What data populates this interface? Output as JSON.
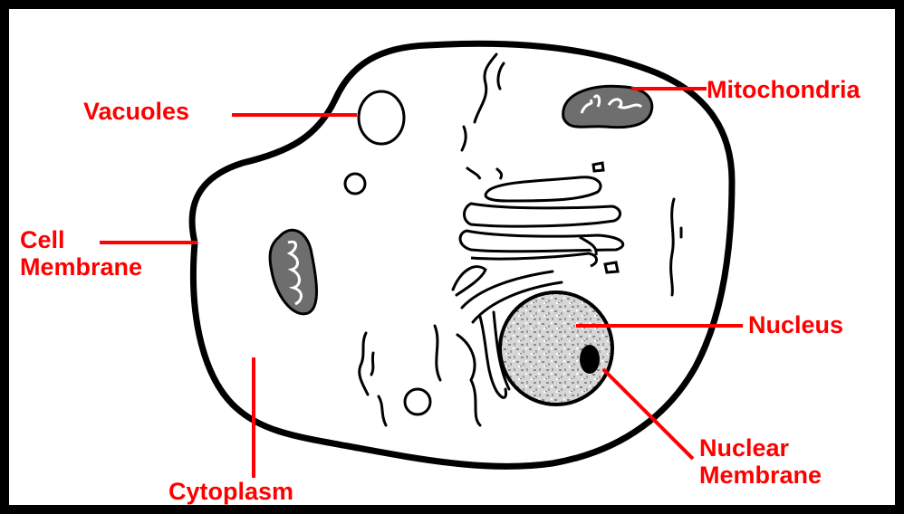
{
  "colors": {
    "label": "#ff0000",
    "outline": "#000000",
    "background": "#ffffff",
    "organelle_fill": "#6e6e6e",
    "nucleus_fill": "#c8c8c8"
  },
  "labels": {
    "vacuoles": "Vacuoles",
    "mitochondria": "Mitochondria",
    "cell_membrane_line1": "Cell",
    "cell_membrane_line2": "Membrane",
    "nucleus": "Nucleus",
    "nuclear_membrane_line1": "Nuclear",
    "nuclear_membrane_line2": "Membrane",
    "cytoplasm": "Cytoplasm"
  }
}
